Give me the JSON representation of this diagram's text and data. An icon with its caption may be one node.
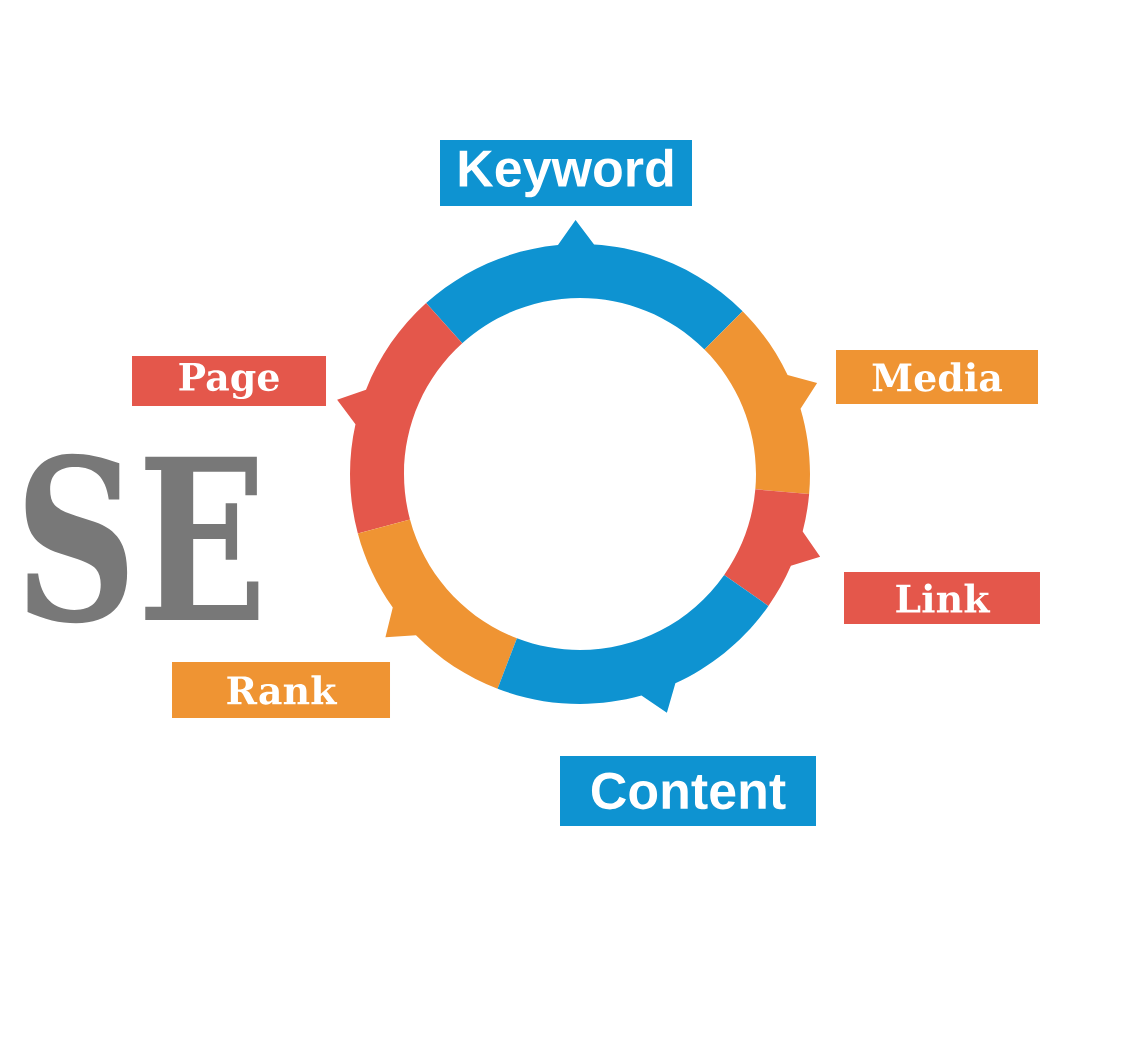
{
  "diagram": {
    "nodes": [
      {
        "text": [
          "Keyword"
        ]
      },
      {
        "text": [
          "Page"
        ]
      },
      {
        "text": [
          "Media"
        ]
      },
      {
        "text": [
          "Link"
        ]
      },
      {
        "text": [
          "Rank"
        ]
      },
      {
        "text": [
          "Content"
        ]
      },
      {
        "text": [],
        "shape": "arc"
      },
      {
        "text": [],
        "shape": "arc"
      },
      {
        "text": [],
        "shape": "arc"
      },
      {
        "text": [],
        "shape": "arc"
      },
      {
        "text": [],
        "shape": "arc"
      },
      {
        "text": [],
        "shape": "arc"
      }
    ],
    "labels": [
      "SE"
    ]
  }
}
